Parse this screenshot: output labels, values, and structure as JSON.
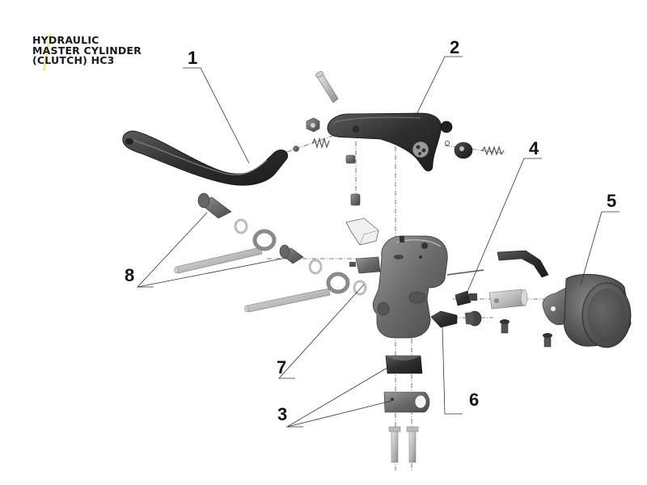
{
  "title": {
    "line1": "HYDRAULIC",
    "line2": "MASTER CYLINDER",
    "line3": "(CLUTCH) HC3"
  },
  "callouts": [
    {
      "id": "1",
      "part": "clutch lever"
    },
    {
      "id": "2",
      "part": "lever holder / pivot body"
    },
    {
      "id": "3",
      "part": "handlebar clamp with bolts"
    },
    {
      "id": "4",
      "part": "reservoir hose fitting"
    },
    {
      "id": "5",
      "part": "fluid reservoir"
    },
    {
      "id": "6",
      "part": "bleeder / plug"
    },
    {
      "id": "7",
      "part": "master cylinder body"
    },
    {
      "id": "8",
      "part": "banjo bolts and fittings"
    }
  ],
  "colors": {
    "part_dark": "#3a3a3a",
    "part_mid": "#6d6d6d",
    "part_light": "#a9a9a9",
    "leader": "#333333",
    "accent_mark": "#f2d94a"
  }
}
